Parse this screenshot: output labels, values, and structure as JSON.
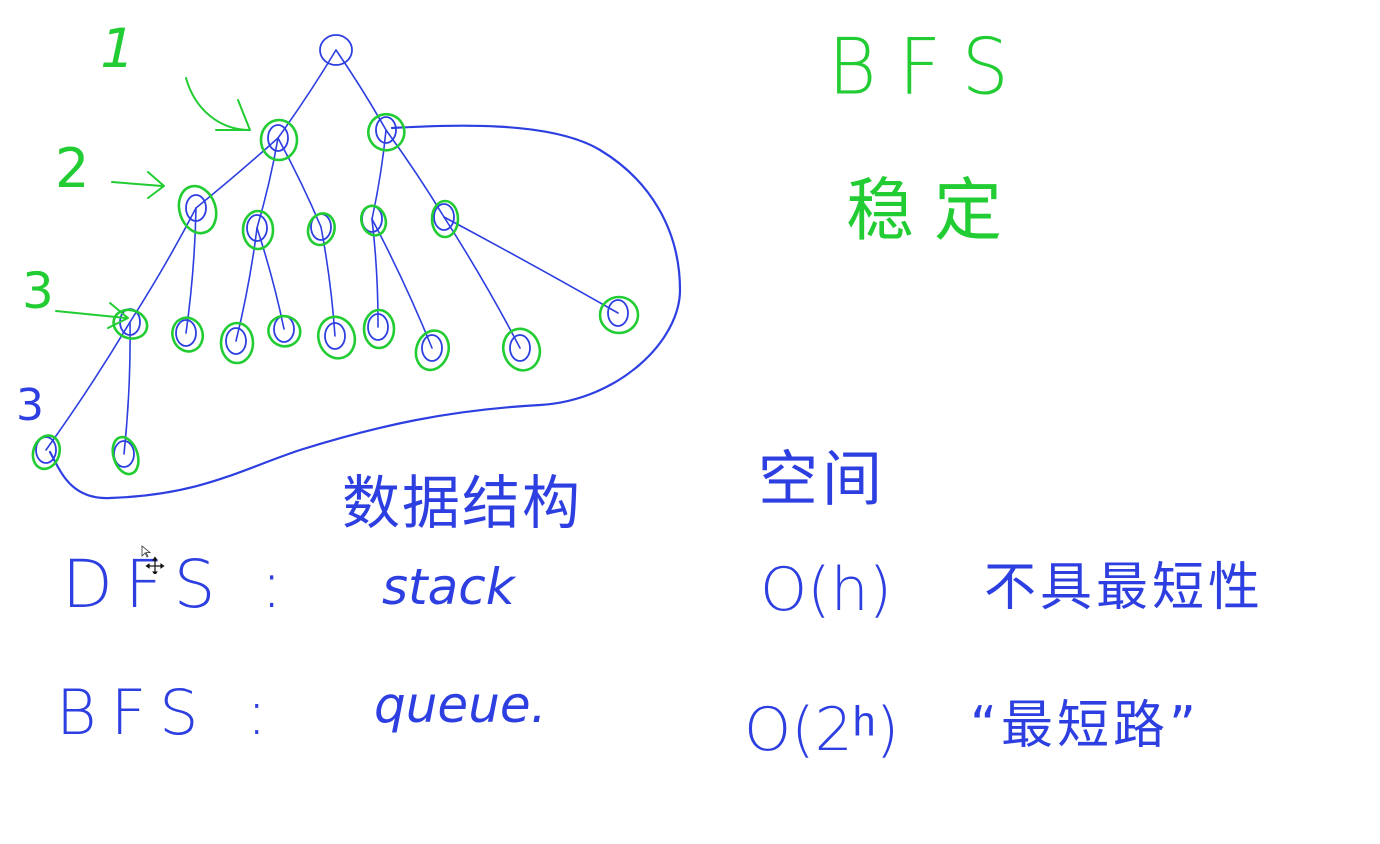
{
  "colors": {
    "pen_blue": "#2d3fe0",
    "pen_green": "#22cc33",
    "background": "#ffffff"
  },
  "tree": {
    "level_marks": [
      "1",
      "2",
      "3",
      "3"
    ]
  },
  "heading": {
    "title": "BFS",
    "subtitle": "稳定"
  },
  "table": {
    "col_data_structure": "数据结构",
    "col_space": "空间",
    "rows": [
      {
        "algo": "DFS :",
        "structure": "stack",
        "space": "O(h)",
        "property": "不具最短性"
      },
      {
        "algo": "BFS :",
        "structure": "queue.",
        "space": "O(2ʰ)",
        "property": "“最短路”"
      }
    ]
  },
  "cursor_icon": "move-cursor-icon"
}
